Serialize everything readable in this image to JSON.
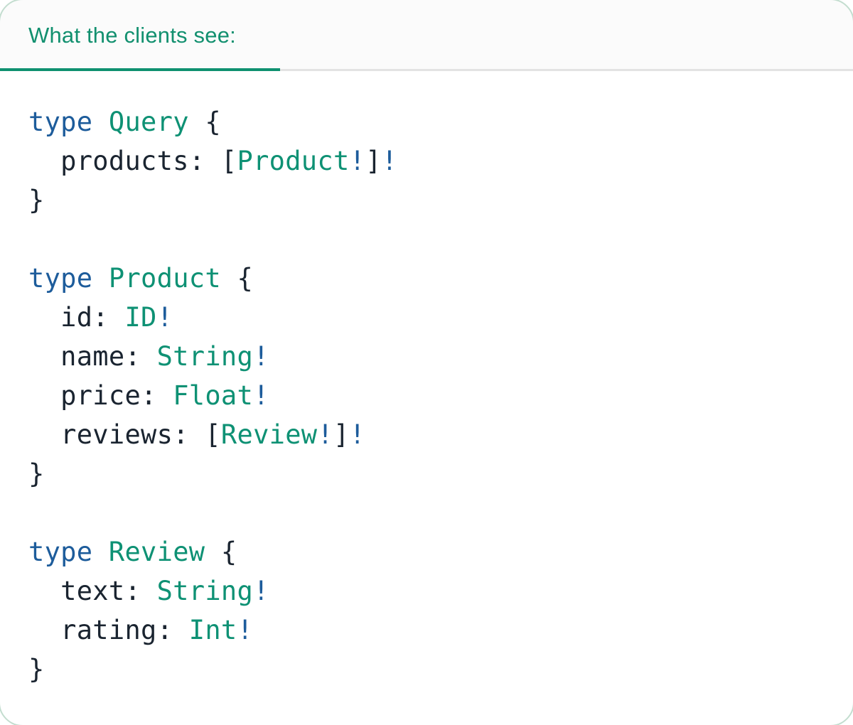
{
  "panel": {
    "title": "What the clients see:"
  },
  "colors": {
    "card_bg": "#ffffff",
    "header_bg": "#fbfbfb",
    "header_text": "#12906f",
    "accent_underline": "#0f9170",
    "divider": "#e3e3e3",
    "corner_border": "#c3ddcf",
    "code_plain": "#1a2430",
    "code_keyword": "#1d5c9b",
    "code_type": "#0e9174"
  },
  "code": {
    "lines": [
      {
        "tokens": [
          {
            "t": "type",
            "c": "keyword"
          },
          {
            "t": " ",
            "c": "plain"
          },
          {
            "t": "Query",
            "c": "type"
          },
          {
            "t": " {",
            "c": "plain"
          }
        ]
      },
      {
        "tokens": [
          {
            "t": "  products: [",
            "c": "plain"
          },
          {
            "t": "Product",
            "c": "type"
          },
          {
            "t": "!",
            "c": "keyword"
          },
          {
            "t": "]",
            "c": "plain"
          },
          {
            "t": "!",
            "c": "keyword"
          }
        ]
      },
      {
        "tokens": [
          {
            "t": "}",
            "c": "plain"
          }
        ]
      },
      {
        "tokens": []
      },
      {
        "tokens": [
          {
            "t": "type",
            "c": "keyword"
          },
          {
            "t": " ",
            "c": "plain"
          },
          {
            "t": "Product",
            "c": "type"
          },
          {
            "t": " {",
            "c": "plain"
          }
        ]
      },
      {
        "tokens": [
          {
            "t": "  id: ",
            "c": "plain"
          },
          {
            "t": "ID",
            "c": "type"
          },
          {
            "t": "!",
            "c": "keyword"
          }
        ]
      },
      {
        "tokens": [
          {
            "t": "  name: ",
            "c": "plain"
          },
          {
            "t": "String",
            "c": "type"
          },
          {
            "t": "!",
            "c": "keyword"
          }
        ]
      },
      {
        "tokens": [
          {
            "t": "  price: ",
            "c": "plain"
          },
          {
            "t": "Float",
            "c": "type"
          },
          {
            "t": "!",
            "c": "keyword"
          }
        ]
      },
      {
        "tokens": [
          {
            "t": "  reviews: [",
            "c": "plain"
          },
          {
            "t": "Review",
            "c": "type"
          },
          {
            "t": "!",
            "c": "keyword"
          },
          {
            "t": "]",
            "c": "plain"
          },
          {
            "t": "!",
            "c": "keyword"
          }
        ]
      },
      {
        "tokens": [
          {
            "t": "}",
            "c": "plain"
          }
        ]
      },
      {
        "tokens": []
      },
      {
        "tokens": [
          {
            "t": "type",
            "c": "keyword"
          },
          {
            "t": " ",
            "c": "plain"
          },
          {
            "t": "Review",
            "c": "type"
          },
          {
            "t": " {",
            "c": "plain"
          }
        ]
      },
      {
        "tokens": [
          {
            "t": "  text: ",
            "c": "plain"
          },
          {
            "t": "String",
            "c": "type"
          },
          {
            "t": "!",
            "c": "keyword"
          }
        ]
      },
      {
        "tokens": [
          {
            "t": "  rating: ",
            "c": "plain"
          },
          {
            "t": "Int",
            "c": "type"
          },
          {
            "t": "!",
            "c": "keyword"
          }
        ]
      },
      {
        "tokens": [
          {
            "t": "}",
            "c": "plain"
          }
        ]
      }
    ]
  }
}
